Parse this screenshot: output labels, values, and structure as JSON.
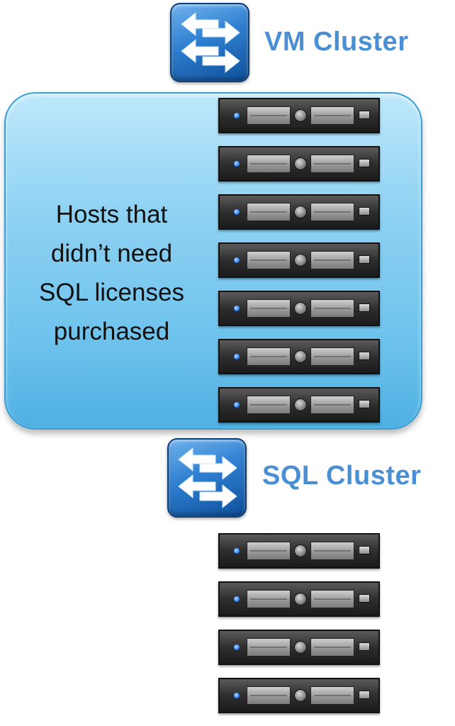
{
  "clusters": [
    {
      "label": "VM Cluster",
      "icon": "network-switch-icon"
    },
    {
      "label": "SQL Cluster",
      "icon": "network-switch-icon"
    }
  ],
  "host_group": {
    "label_lines": [
      "Hosts that",
      "didn’t need",
      "SQL licenses",
      "purchased"
    ]
  },
  "colors": {
    "label_blue": "#4a8fd4",
    "group_fill": "#8fd2f3",
    "switch_blue": "#2f7fd0"
  }
}
